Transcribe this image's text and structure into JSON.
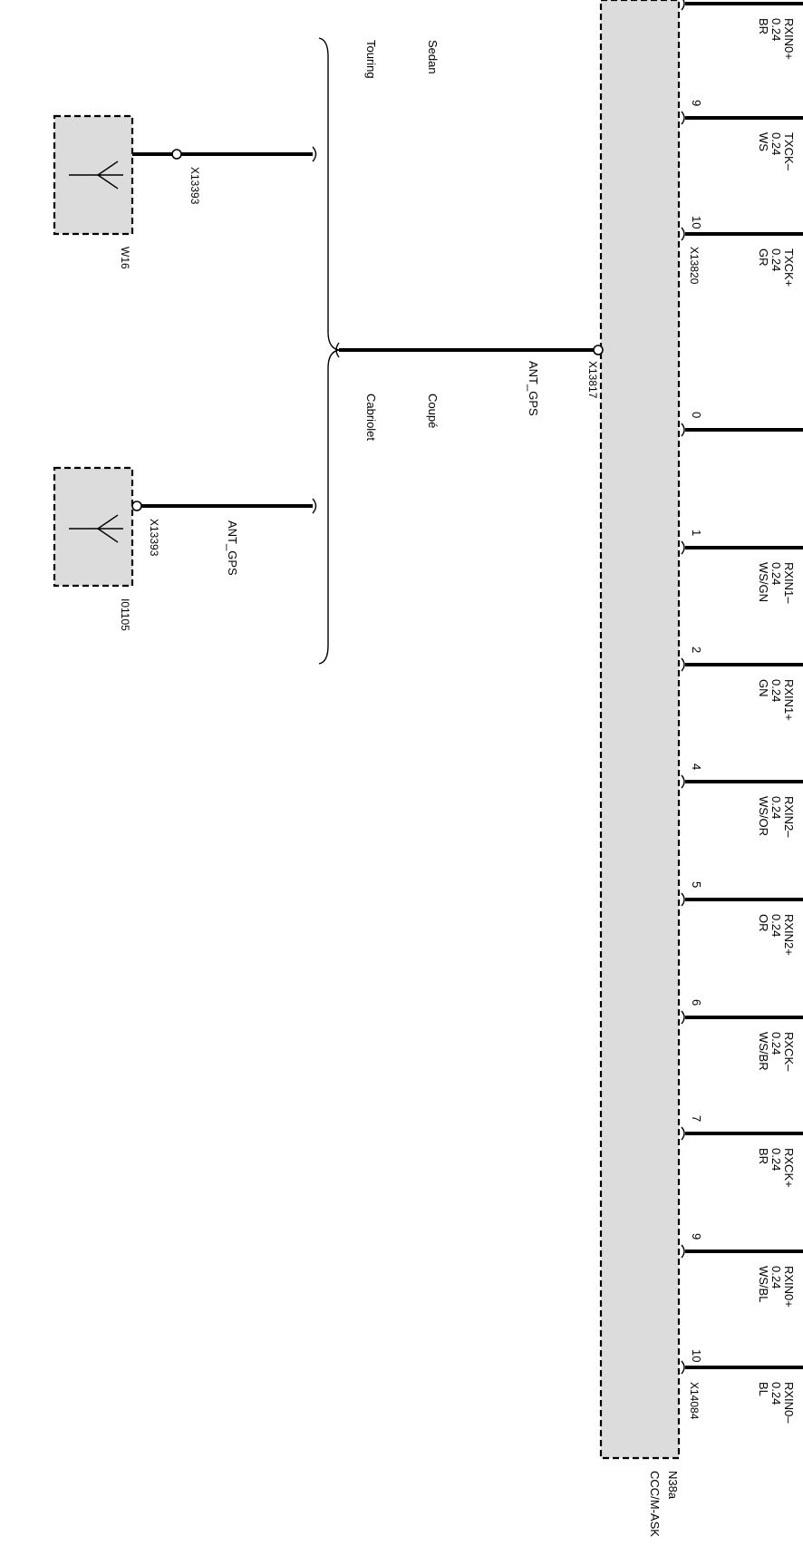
{
  "colors": {
    "module_fill": "#dcdcdc",
    "wire": "#000000",
    "background": "#ffffff"
  },
  "module": {
    "id": "N38a",
    "name": "CCC/M-ASK"
  },
  "variants": {
    "group_a": [
      "Sedan",
      "Touring"
    ],
    "group_b": [
      "Coupé",
      "Cabriolet"
    ]
  },
  "antennas": [
    {
      "id": "W16",
      "connector": "X13393",
      "signal": "",
      "icon": "antenna-icon"
    },
    {
      "id": "I01105",
      "connector": "X13393",
      "signal": "ANT_GPS",
      "icon": "antenna-icon"
    }
  ],
  "main_wire": {
    "connector": "X13817",
    "signal": "ANT_GPS"
  },
  "connectors": {
    "top": "X13820",
    "bottom": "X14084"
  },
  "pins": [
    {
      "pin": "",
      "signal": "RXIN0+",
      "gauge": "0.24",
      "color": "BR"
    },
    {
      "pin": "9",
      "signal": "TXCK–",
      "gauge": "0.24",
      "color": "WS"
    },
    {
      "pin": "10",
      "signal": "TXCK+",
      "gauge": "0.24",
      "color": "GR"
    },
    {
      "pin": "0",
      "signal": "",
      "gauge": "",
      "color": ""
    },
    {
      "pin": "1",
      "signal": "RXIN1–",
      "gauge": "0.24",
      "color": "WS/GN"
    },
    {
      "pin": "2",
      "signal": "RXIN1+",
      "gauge": "0.24",
      "color": "GN"
    },
    {
      "pin": "4",
      "signal": "RXIN2–",
      "gauge": "0.24",
      "color": "WS/OR"
    },
    {
      "pin": "5",
      "signal": "RXIN2+",
      "gauge": "0.24",
      "color": "OR"
    },
    {
      "pin": "6",
      "signal": "RXCK–",
      "gauge": "0.24",
      "color": "WS/BR"
    },
    {
      "pin": "7",
      "signal": "RXCK+",
      "gauge": "0.24",
      "color": "BR"
    },
    {
      "pin": "9",
      "signal": "RXIN0+",
      "gauge": "0.24",
      "color": "WS/BL"
    },
    {
      "pin": "10",
      "signal": "RXIN0–",
      "gauge": "0.24",
      "color": "BL"
    }
  ]
}
